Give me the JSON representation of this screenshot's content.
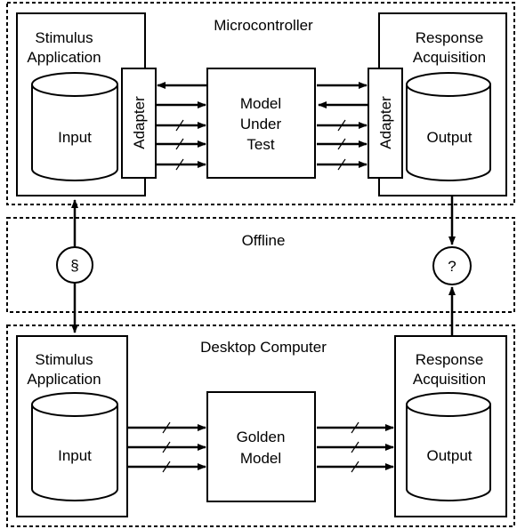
{
  "regions": {
    "microcontroller": "Microcontroller",
    "offline": "Offline",
    "desktop": "Desktop Computer"
  },
  "top": {
    "stimulus": [
      "Stimulus",
      "Application"
    ],
    "input": "Input",
    "adapter_left": "Adapter",
    "model": [
      "Model",
      "Under",
      "Test"
    ],
    "adapter_right": "Adapter",
    "output": "Output",
    "response": [
      "Response",
      "Acquisition"
    ]
  },
  "bottom": {
    "stimulus": [
      "Stimulus",
      "Application"
    ],
    "input": "Input",
    "model": [
      "Golden",
      "Model"
    ],
    "output": "Output",
    "response": [
      "Response",
      "Acquisition"
    ]
  },
  "offline_nodes": {
    "section_symbol": "§",
    "question_symbol": "?"
  }
}
